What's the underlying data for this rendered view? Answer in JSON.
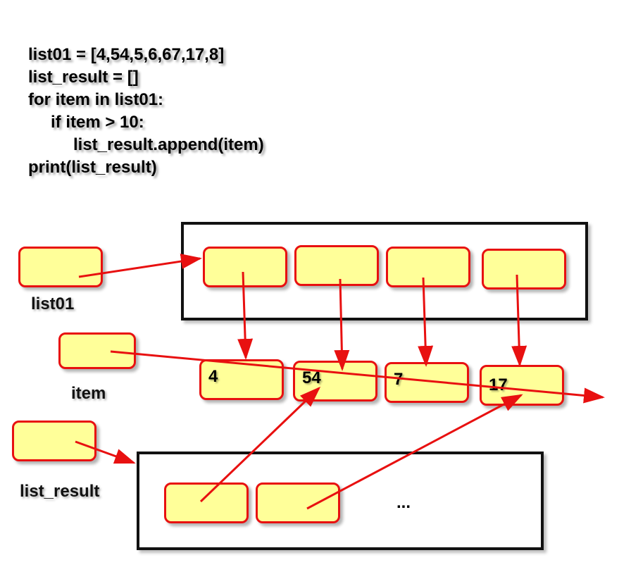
{
  "code": {
    "lines": [
      "list01 = [4,54,5,6,67,17,8]",
      "list_result = []",
      "for item in list01:",
      "if item > 10:",
      "list_result.append(item)",
      "print(list_result)"
    ]
  },
  "labels": {
    "list01": "list01",
    "item": "item",
    "list_result": "list_result"
  },
  "values": [
    "4",
    "54",
    "7",
    "17"
  ],
  "result_ellipsis": "...",
  "colors": {
    "cell_fill": "#ffff99",
    "cell_border": "#e81010",
    "arrow": "#e81010",
    "frame": "#111111"
  }
}
